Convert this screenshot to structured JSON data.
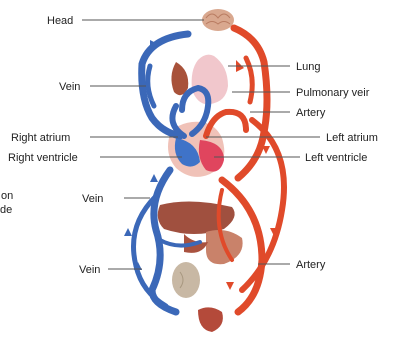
{
  "labels": {
    "head": "Head",
    "lung": "Lung",
    "vein_top": "Vein",
    "pulmonary_vein": "Pulmonary veir",
    "artery_top": "Artery",
    "right_atrium": "Right atrium",
    "left_atrium": "Left atrium",
    "right_ventricle": "Right ventricle",
    "left_ventricle": "Left ventricle",
    "partial_line1": "on",
    "partial_line2": "de",
    "vein_mid": "Vein",
    "vein_bottom": "Vein",
    "artery_bottom": "Artery"
  },
  "colors": {
    "vein": "#3b68b8",
    "artery": "#e04a2a"
  }
}
